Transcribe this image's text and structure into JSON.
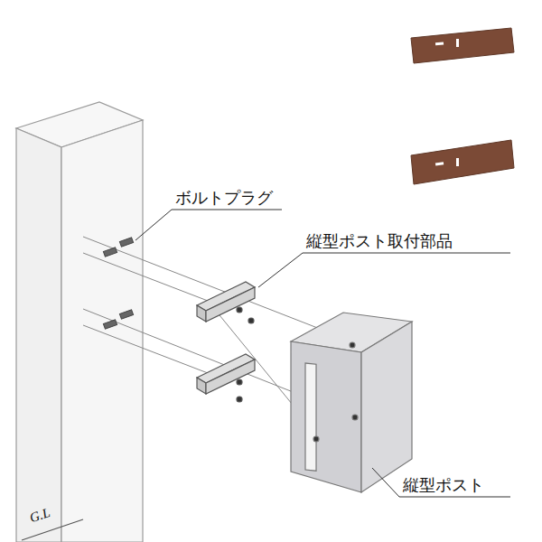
{
  "diagram": {
    "labels": [
      "ボルトプラグ",
      "縦型ポスト取付部品",
      "縦型ポスト",
      "G.L"
    ]
  }
}
